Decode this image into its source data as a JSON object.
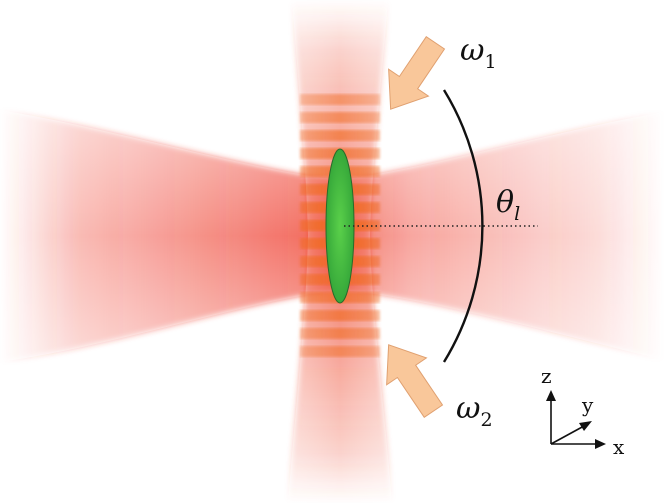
{
  "labels": {
    "omega1": {
      "base": "ω",
      "sub": "1"
    },
    "omega2": {
      "base": "ω",
      "sub": "2"
    },
    "theta": {
      "base": "θ",
      "sub": "l"
    }
  },
  "axes": {
    "z": "z",
    "y": "y",
    "x": "x"
  },
  "colors": {
    "beam": "#ee3a2a",
    "vertical_beam": "#ee4a30",
    "lattice_band": "#f06a1e",
    "atom_cloud": "#42c03f",
    "atom_cloud_outline": "#2a6a2a",
    "arrow_fill": "#f9c79a",
    "arrow_stroke": "#e0a070"
  }
}
